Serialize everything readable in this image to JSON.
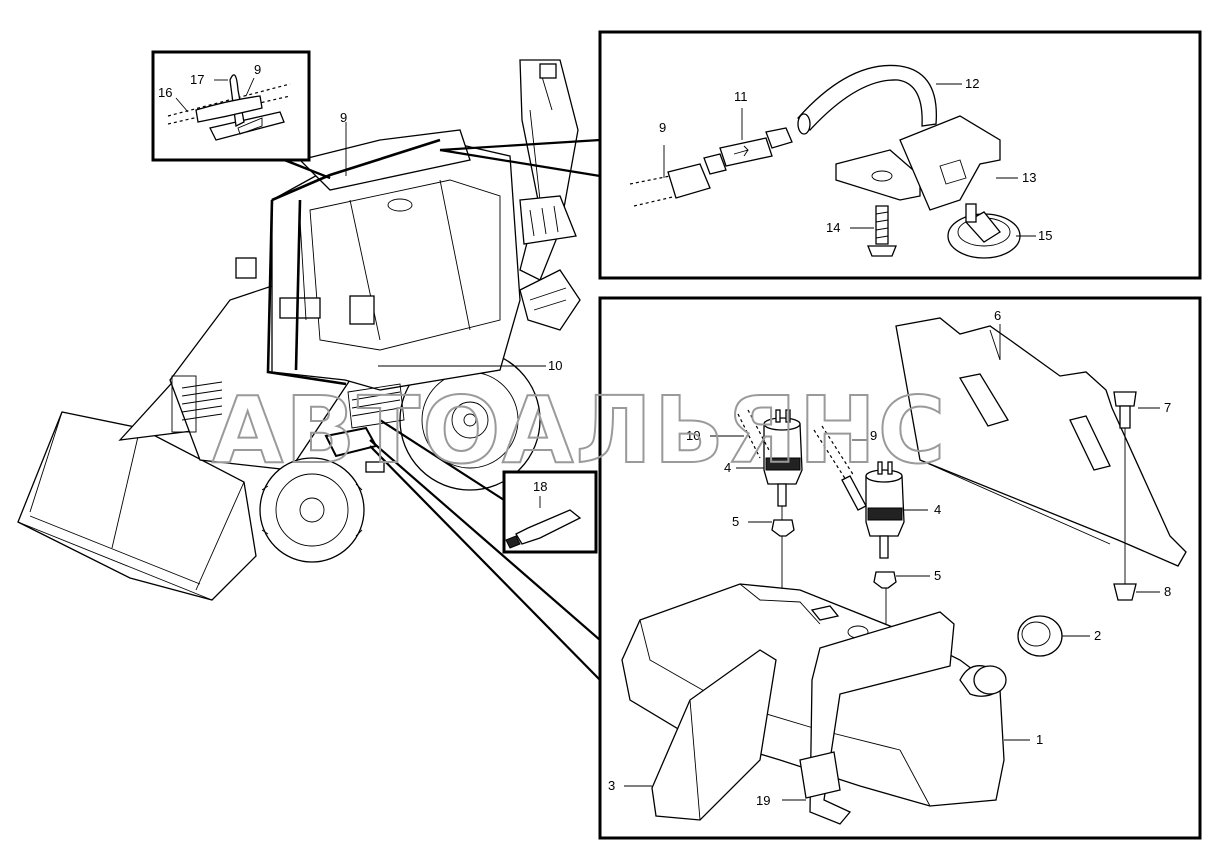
{
  "watermark": "АВТОАЛЬЯНС",
  "callouts": {
    "inset_top": {
      "c17": "17",
      "c9": "9",
      "c16": "16"
    },
    "machine": {
      "c9": "9",
      "c10": "10",
      "c18": "18"
    },
    "detail_top": {
      "c9": "9",
      "c11": "11",
      "c12": "12",
      "c13": "13",
      "c14": "14",
      "c15": "15"
    },
    "detail_main": {
      "c6": "6",
      "c7": "7",
      "c10": "10",
      "c9": "9",
      "c4a": "4",
      "c4b": "4",
      "c5a": "5",
      "c5b": "5",
      "c8": "8",
      "c2": "2",
      "c1": "1",
      "c3": "3",
      "c19": "19"
    }
  }
}
